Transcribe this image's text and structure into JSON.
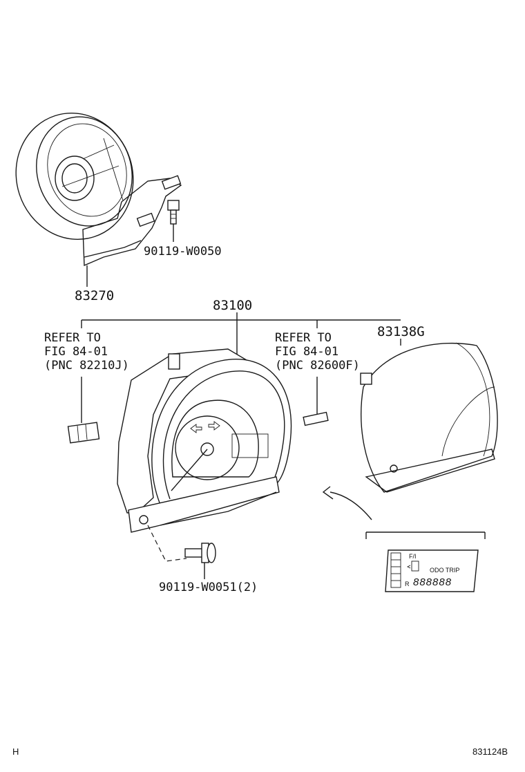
{
  "labels": {
    "part_bracket_bolt": "90119-W0050",
    "part_gauge_hood": "83270",
    "part_meter_assy": "83100",
    "part_lens": "83138G",
    "part_screw": "90119-W0051(2)",
    "refer_left": [
      "REFER TO",
      "FIG 84-01",
      "(PNC 82210J)"
    ],
    "refer_right": [
      "REFER TO",
      "FIG 84-01",
      "(PNC 82600F)"
    ],
    "footer_left": "H",
    "footer_right": "831124B"
  },
  "display_inset": {
    "label_odo_trip": "ODO TRIP",
    "digits": "888888"
  },
  "colors": {
    "line": "#1a1a1a",
    "background": "#ffffff"
  }
}
